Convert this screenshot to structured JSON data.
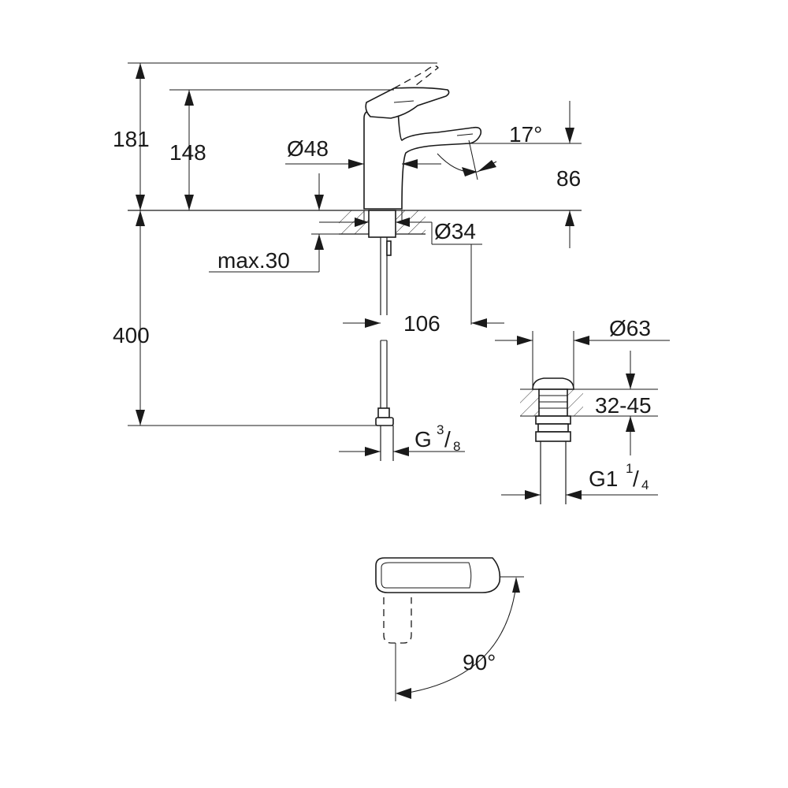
{
  "dimensions": {
    "height_total": "181",
    "height_spout": "148",
    "body_diameter": "Ø48",
    "spout_angle": "17°",
    "spout_outlet_height": "86",
    "hole_diameter": "Ø34",
    "max_thickness": "max.30",
    "hose_length": "400",
    "projection": "106",
    "waste_diameter": "Ø63",
    "waste_range": "32-45",
    "hose_thread": "G",
    "hose_thread_num": "3",
    "hose_thread_den": "8",
    "waste_thread": "G1",
    "waste_thread_num": "1",
    "waste_thread_den": "4",
    "lever_angle": "90°"
  }
}
